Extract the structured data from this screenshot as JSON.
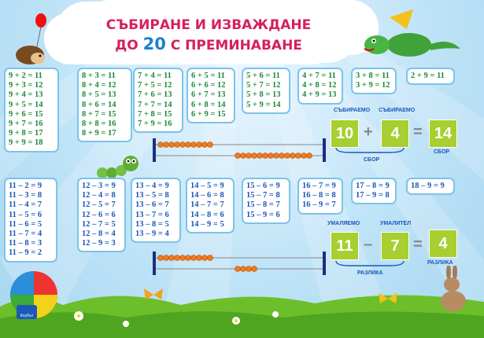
{
  "title": {
    "line1": "СЪБИРАНЕ И ИЗВАЖДАНЕ",
    "line2_pre": "ДО ",
    "line2_num": "20",
    "line2_post": " С ПРЕМИНАВАНЕ"
  },
  "addition_groups": [
    [
      "9 + 2 = 11",
      "9 + 3 = 12",
      "9 + 4 = 13",
      "9 + 5 = 14",
      "9 + 6 = 15",
      "9 + 7 = 16",
      "9 + 8 = 17",
      "9 + 9 = 18"
    ],
    [
      "8 + 3 = 11",
      "8 + 4 = 12",
      "8 + 5 = 13",
      "8 + 6 = 14",
      "8 + 7 = 15",
      "8 + 8 = 16",
      "8 + 9 = 17"
    ],
    [
      "7 + 4 = 11",
      "7 + 5 = 12",
      "7 + 6 = 13",
      "7 + 7 = 14",
      "7 + 8 = 15",
      "7 + 9 = 16"
    ],
    [
      "6 + 5 = 11",
      "6 + 6 = 12",
      "6 + 7 = 13",
      "6 + 8 = 14",
      "6 + 9 = 15"
    ],
    [
      "5 + 6 = 11",
      "5 + 7 = 12",
      "5 + 8 = 13",
      "5 + 9 = 14"
    ],
    [
      "4 + 7 = 11",
      "4 + 8 = 12",
      "4 + 9 = 13"
    ],
    [
      "3 + 8 = 11",
      "3 + 9 = 12"
    ],
    [
      "2 + 9 = 11"
    ]
  ],
  "subtraction_groups": [
    [
      "11 – 2 = 9",
      "11 – 3 = 8",
      "11 – 4 = 7",
      "11 – 5 = 6",
      "11 – 6 = 5",
      "11 – 7 = 4",
      "11 – 8 = 3",
      "11 – 9 = 2"
    ],
    [
      "12 – 3 = 9",
      "12 – 4 = 8",
      "12 – 5 = 7",
      "12 – 6 = 6",
      "12 – 7 = 5",
      "12 – 8 = 4",
      "12 – 9 = 3"
    ],
    [
      "13 – 4 = 9",
      "13 – 5 = 8",
      "13 – 6 = 7",
      "13 – 7 = 6",
      "13 – 8 = 5",
      "13 – 9 = 4"
    ],
    [
      "14 – 5 = 9",
      "14 – 6 = 8",
      "14 – 7 = 7",
      "14 – 8 = 6",
      "14 – 9 = 5"
    ],
    [
      "15 – 6 = 9",
      "15 – 7 = 8",
      "15 – 8 = 7",
      "15 – 9 = 6"
    ],
    [
      "16 – 7 = 9",
      "16 – 8 = 8",
      "16 – 9 = 7"
    ],
    [
      "17 – 8 = 9",
      "17 – 9 = 8"
    ],
    [
      "18 – 9 = 9"
    ]
  ],
  "addition_demo": {
    "addend1": "10",
    "addend2": "4",
    "sum": "14",
    "label_addend1": "СЪБИРАЕМО",
    "label_addend2": "СЪБИРАЕМО",
    "label_sum_group": "СБОР",
    "label_sum": "СБОР",
    "plus": "+",
    "equals": "="
  },
  "subtraction_demo": {
    "minuend": "11",
    "subtrahend": "7",
    "difference": "4",
    "label_minuend": "УМАЛЯЕМО",
    "label_subtrahend": "УМАЛИТЕЛ",
    "label_diff_group": "РАЗЛИКА",
    "label_difference": "РАЗЛИКА",
    "minus": "–",
    "equals": "="
  },
  "publisher_logo": "Клубът",
  "colors": {
    "add_text": "#1c8a3a",
    "sub_text": "#1b58b8",
    "title": "#d6205a",
    "number_box": "#a6cf2f",
    "bead": "#f07b1d"
  }
}
